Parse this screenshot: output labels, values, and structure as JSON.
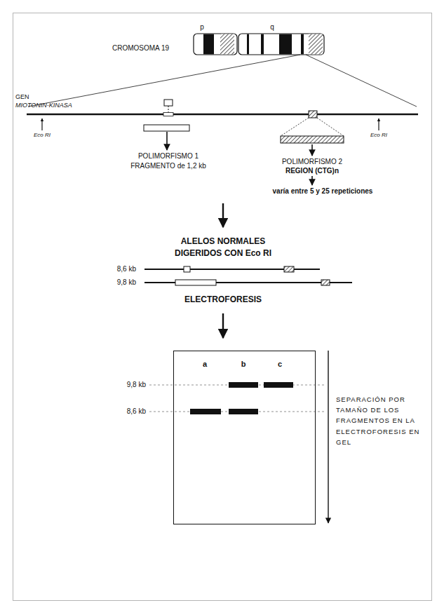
{
  "diagram": {
    "nodes": [
      {
        "text": [
          "a",
          "b",
          "c"
        ]
      }
    ],
    "labels": [
      "p",
      "q",
      "CROMOSOMA 19",
      "GEN",
      "MIOTONIN-KINASA",
      "Eco RI",
      "Eco RI",
      "POLIMORFISMO 1",
      "FRAGMENTO de 1,2 kb",
      "POLIMORFISMO 2",
      "REGION (CTG)n",
      "varía entre 5 y 25 repeticiones",
      "ALELOS NORMALES",
      "DIGERIDOS CON Eco RI",
      "8,6 kb",
      "9,8 kb",
      "ELECTROFORESIS",
      "9,8 kb",
      "8,6 kb",
      "SEPARACIÓN POR TAMAÑO DE LOS FRAGMENTOS EN LA ELECTROFORESIS EN GEL"
    ]
  }
}
